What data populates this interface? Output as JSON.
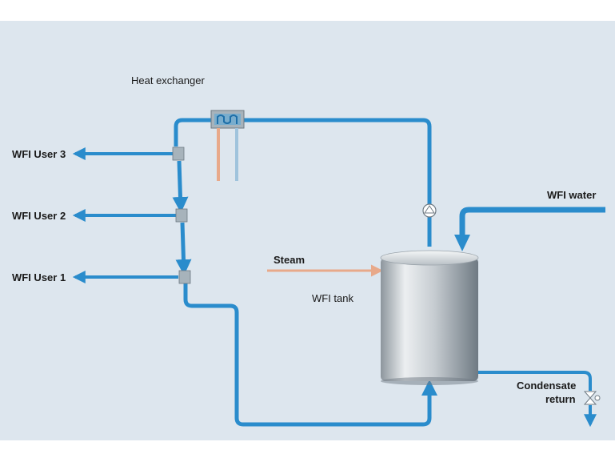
{
  "diagram": {
    "labels": {
      "heat_exchanger": "Heat exchanger",
      "wfi_user_3": "WFI User 3",
      "wfi_user_2": "WFI User 2",
      "wfi_user_1": "WFI User 1",
      "steam": "Steam",
      "wfi_tank": "WFI tank",
      "wfi_water": "WFI water",
      "condensate_line1": "Condensate",
      "condensate_line2": "return"
    },
    "colors": {
      "background": "#dde6ee",
      "pipe_water": "#2a8ccc",
      "pipe_steam": "#e8a98a",
      "pipe_cooling": "#9fc3dc",
      "valve": "#a7b3bb",
      "tank_light": "#eceff1",
      "tank_dark": "#6f7a83"
    }
  }
}
